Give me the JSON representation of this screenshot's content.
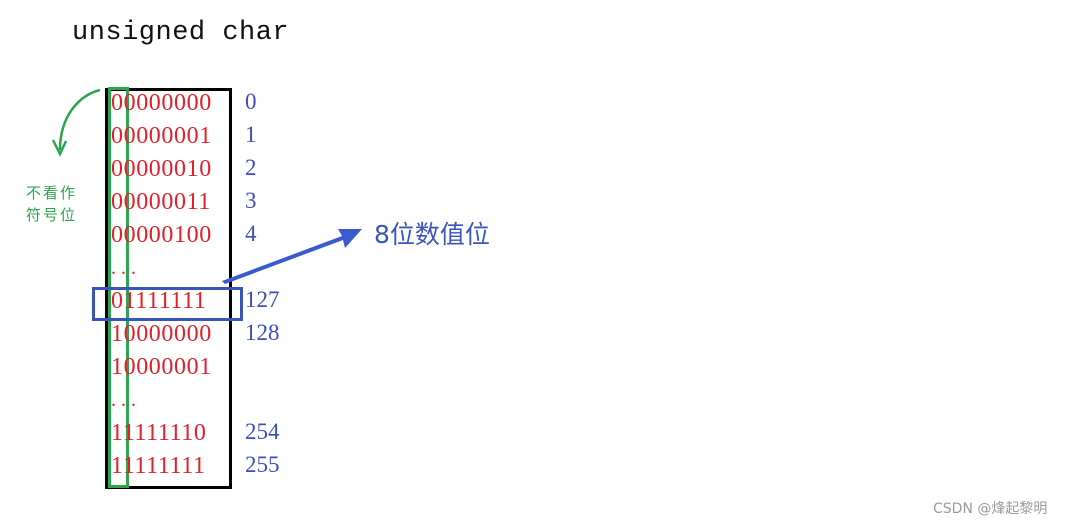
{
  "title": "unsigned char",
  "rows": [
    {
      "bits": "00000000",
      "value": "0"
    },
    {
      "bits": "00000001",
      "value": "1"
    },
    {
      "bits": "00000010",
      "value": "2"
    },
    {
      "bits": "00000011",
      "value": "3"
    },
    {
      "bits": "00000100",
      "value": "4"
    },
    {
      "bits": "...",
      "value": ""
    },
    {
      "bits": "01111111",
      "value": "127"
    },
    {
      "bits": "10000000",
      "value": "128"
    },
    {
      "bits": "10000001",
      "value": ""
    },
    {
      "bits": "...",
      "value": ""
    },
    {
      "bits": "11111110",
      "value": "254"
    },
    {
      "bits": "11111111",
      "value": "255"
    }
  ],
  "annotations": {
    "sign_note_line1": "不看作",
    "sign_note_line2": "符号位",
    "value_bits_label": "8位数值位"
  },
  "watermark": "CSDN @烽起黎明",
  "colors": {
    "bits": "#e0202a",
    "values": "#3e4eb8",
    "sign_column_box": "#2ea44f",
    "highlight_box": "#3a55b8",
    "arrow": "#3a5bd0"
  }
}
